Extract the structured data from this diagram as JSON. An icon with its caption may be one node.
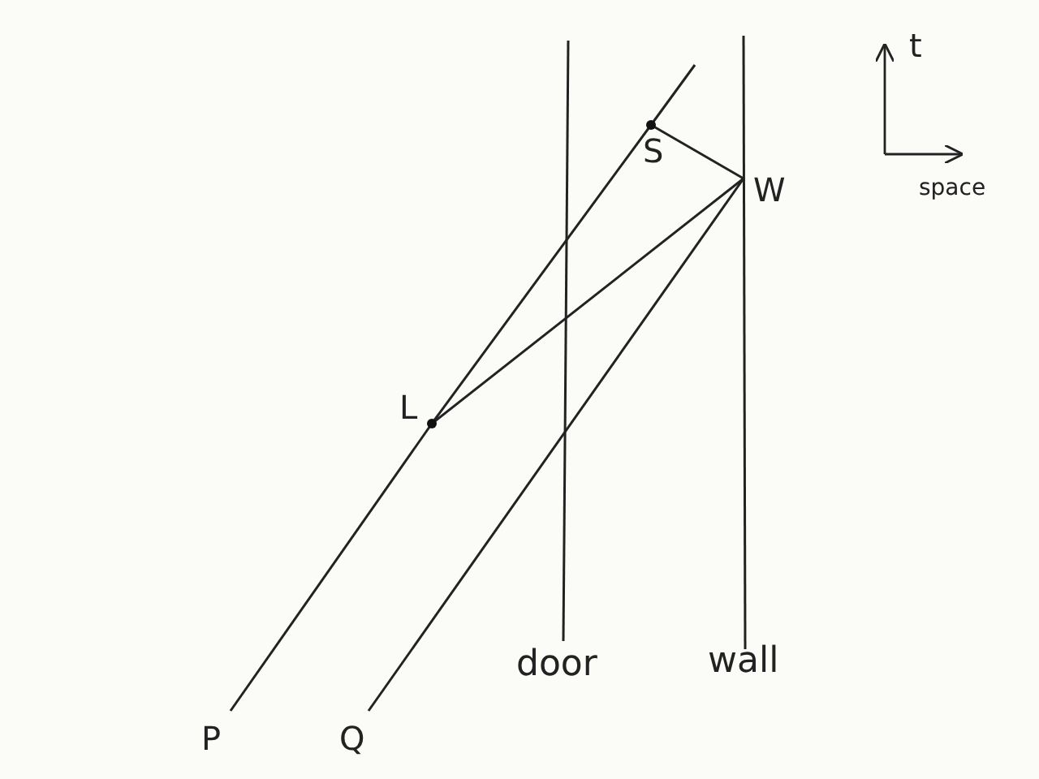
{
  "diagram": {
    "nodes": [
      {
        "text": [
          "P"
        ]
      },
      {
        "text": [
          "Q"
        ]
      },
      {
        "text": [
          "L"
        ]
      },
      {
        "text": [
          "S"
        ]
      },
      {
        "text": [
          "W"
        ]
      }
    ],
    "edges": [
      {
        "from": 0,
        "to": 2,
        "arrow": "none"
      },
      {
        "from": 2,
        "to": 3,
        "arrow": "none"
      },
      {
        "from": 3,
        "to": null,
        "arrow": "none"
      },
      {
        "from": 2,
        "to": 4,
        "arrow": "none"
      },
      {
        "from": 3,
        "to": 4,
        "arrow": "none"
      },
      {
        "from": 1,
        "to": 4,
        "arrow": "none"
      }
    ],
    "labels": [
      "t",
      "space",
      "door",
      "wall"
    ]
  }
}
